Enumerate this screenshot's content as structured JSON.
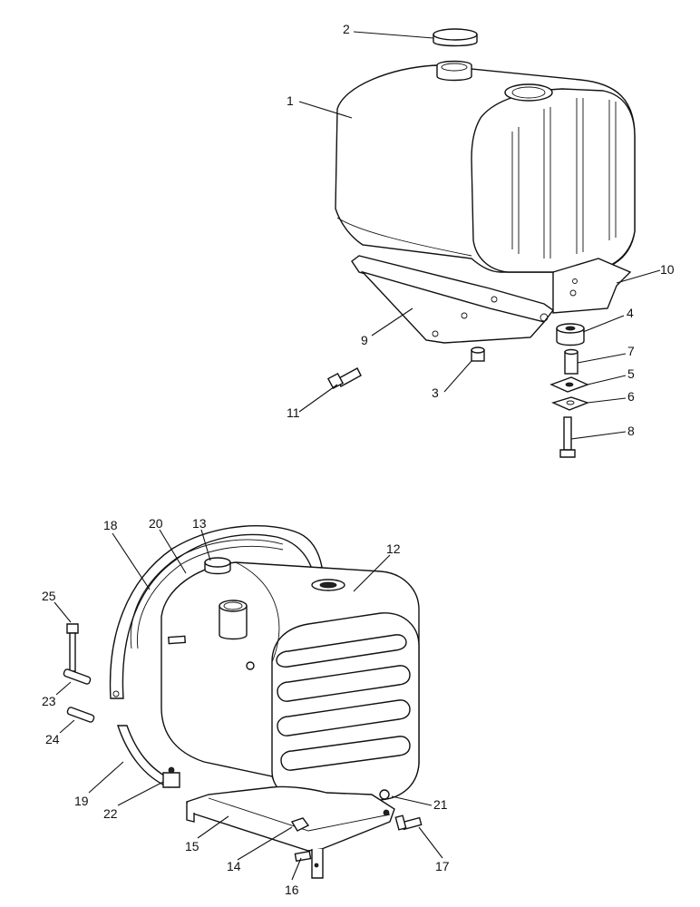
{
  "figure": {
    "upper_assembly": {
      "callouts": [
        "1",
        "2",
        "3",
        "4",
        "5",
        "6",
        "7",
        "8",
        "9",
        "10",
        "11"
      ]
    },
    "lower_assembly": {
      "callouts": [
        "12",
        "13",
        "14",
        "15",
        "16",
        "17",
        "18",
        "19",
        "20",
        "21",
        "22",
        "23",
        "24",
        "25"
      ]
    }
  }
}
